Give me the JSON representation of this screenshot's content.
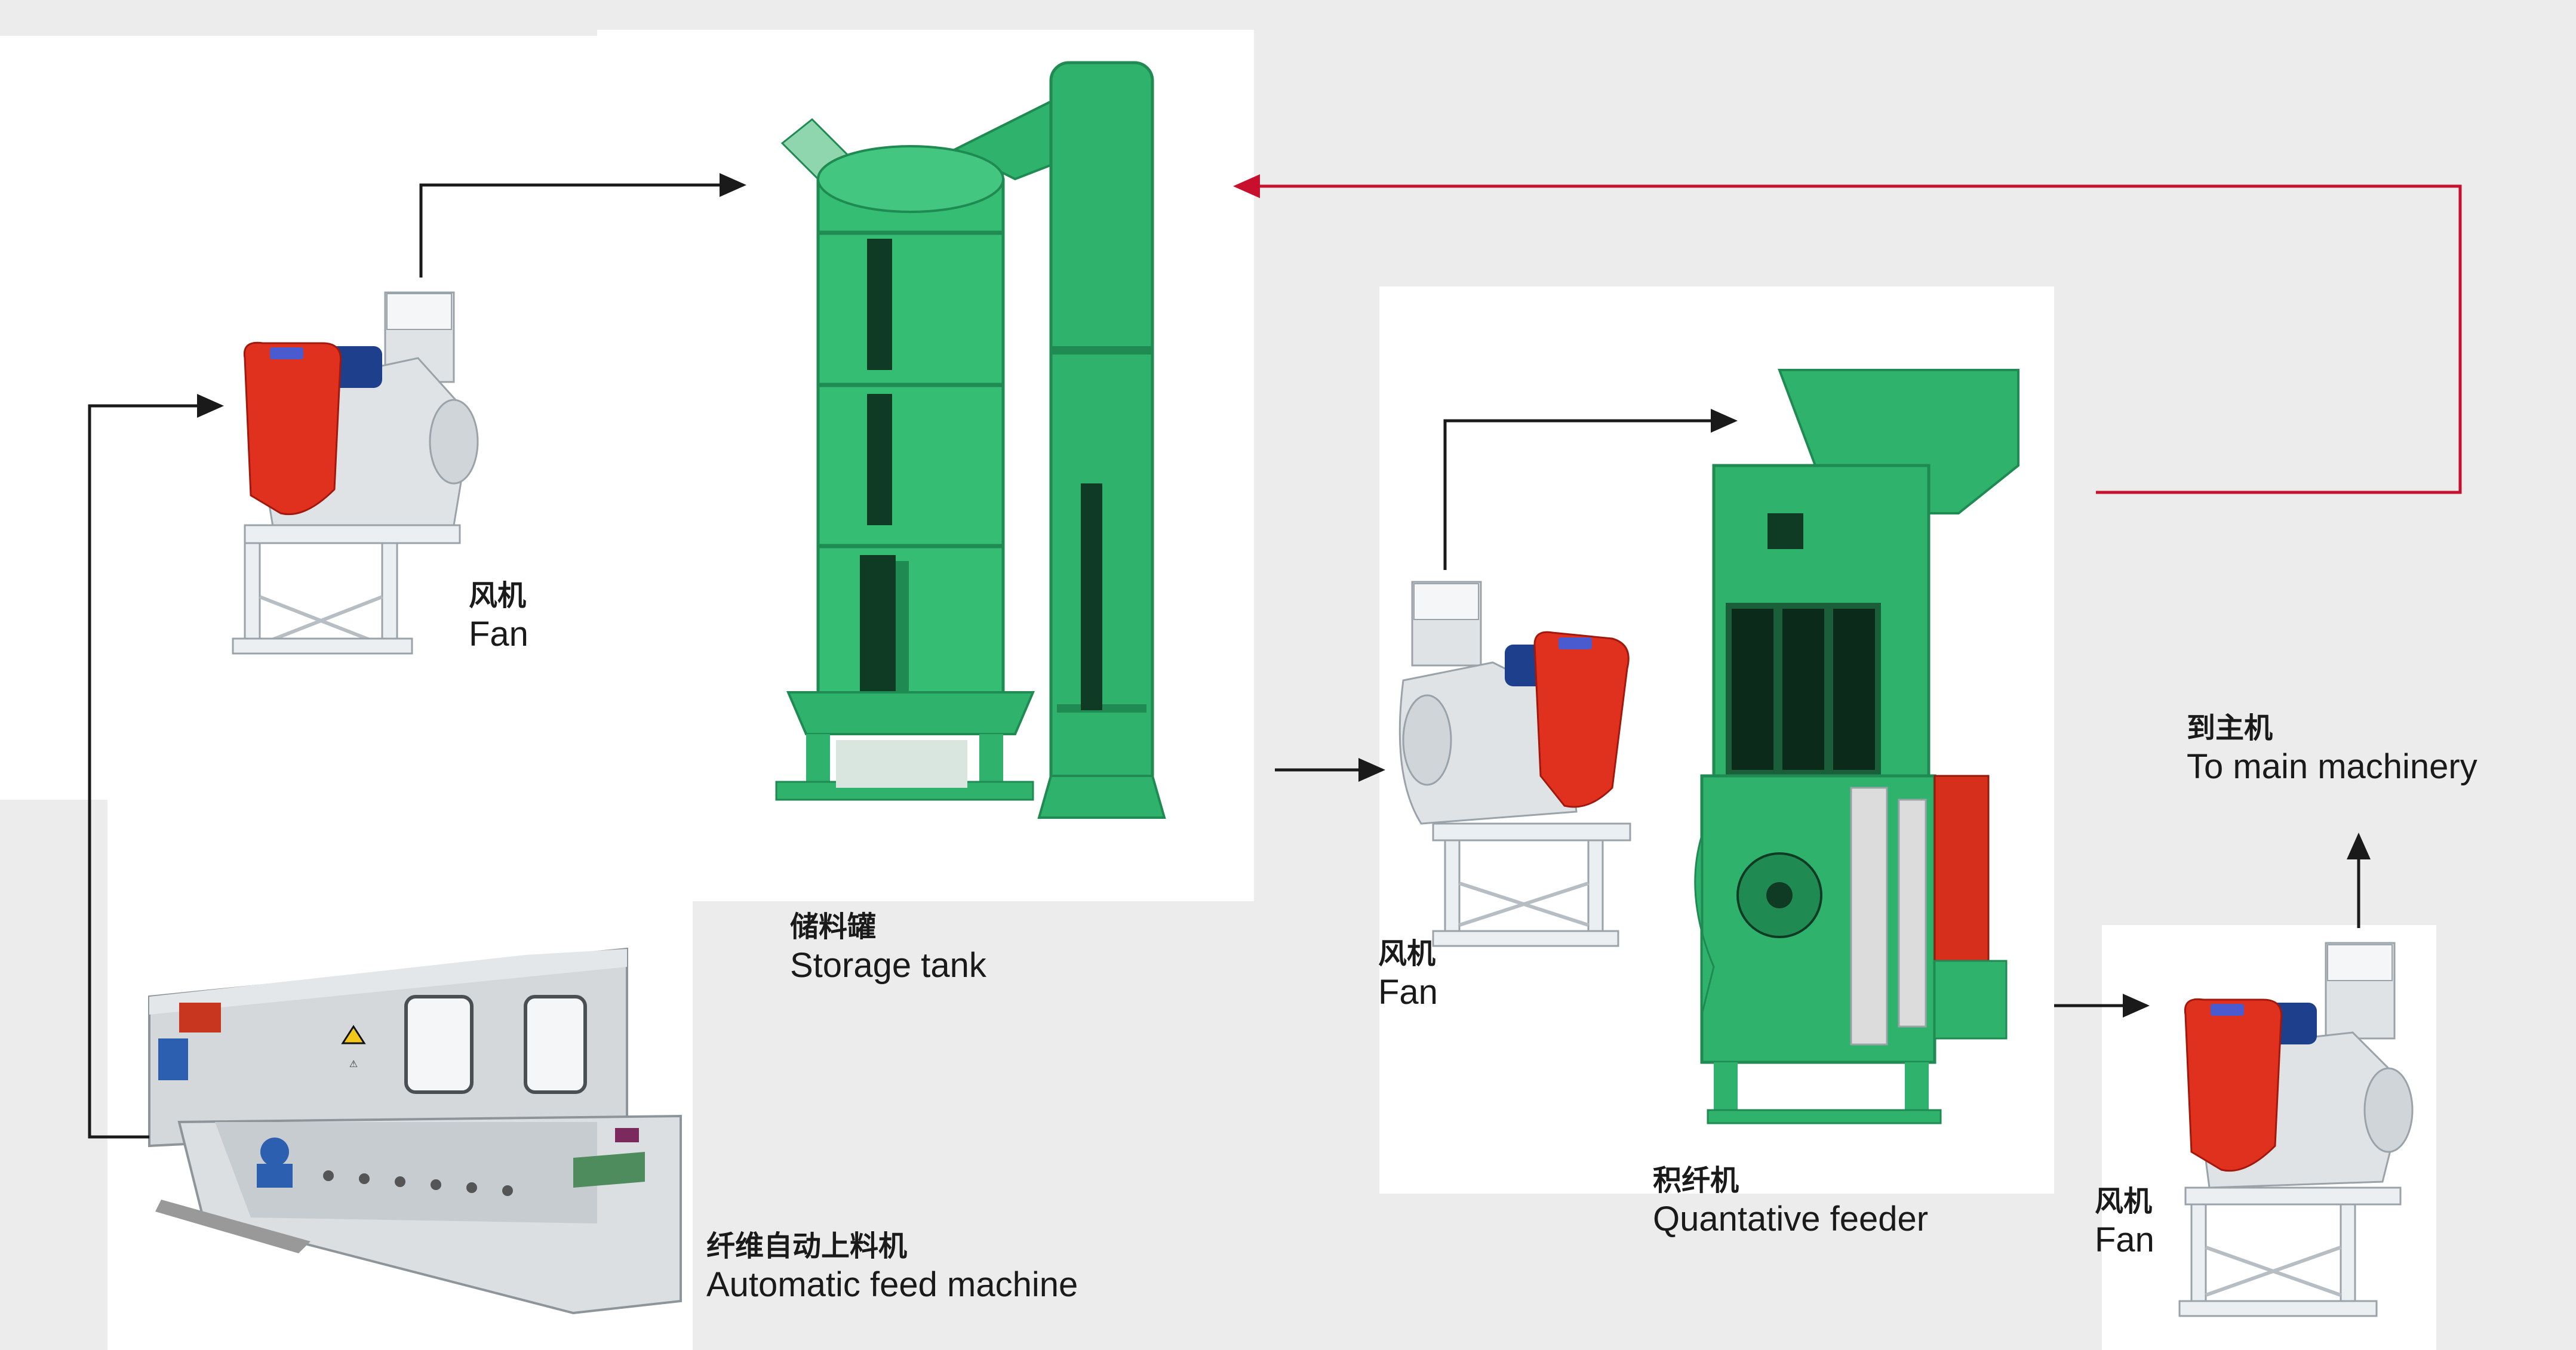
{
  "labels": {
    "fan_1": {
      "zh": "风机",
      "en": "Fan"
    },
    "storage_tank": {
      "zh": "储料罐",
      "en": "Storage tank"
    },
    "fan_2": {
      "zh": "风机",
      "en": "Fan"
    },
    "quantative_feeder": {
      "zh": "积纤机",
      "en": "Quantative feeder"
    },
    "fan_3": {
      "zh": "风机",
      "en": "Fan"
    },
    "to_main": {
      "zh": "到主机",
      "en": "To main machinery"
    },
    "auto_feed": {
      "zh": "纤维自动上料机",
      "en": "Automatic feed machine"
    },
    "warning_sign": "⚠"
  },
  "colors": {
    "background": "#ececec",
    "machine_green": "#2fb26b",
    "machine_green_dark": "#1f8a51",
    "fan_red": "#e0311f",
    "fan_white": "#dfe3e6",
    "arrow_black": "#1a1a1a",
    "arrow_red": "#c8102e",
    "feeder_grey": "#d5d8db"
  }
}
